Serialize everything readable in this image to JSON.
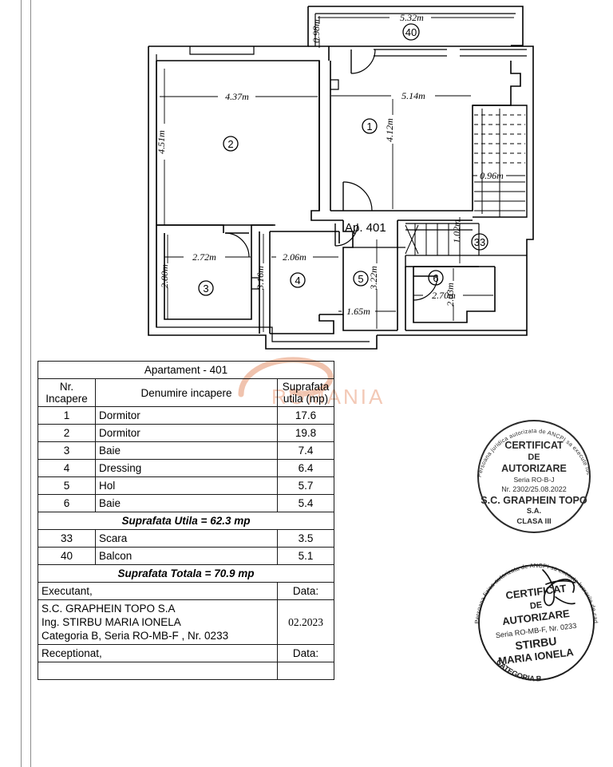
{
  "document": {
    "type": "cadastral-floor-plan",
    "apartment_label_on_plan": "Ap. 401"
  },
  "plan": {
    "rooms": [
      {
        "id": "1",
        "width_m": "5.14m",
        "height_m": "4.12m"
      },
      {
        "id": "2",
        "width_m": "4.37m",
        "height_m": "4.51m"
      },
      {
        "id": "3",
        "width_m": "2.72m",
        "height_m": "2.80m"
      },
      {
        "id": "4",
        "width_m": "2.06m",
        "height_m": "3.16m"
      },
      {
        "id": "5",
        "width_m": "1.65m",
        "height_m": "3.22m"
      },
      {
        "id": "6",
        "width_m": "2.70m",
        "height_m": "2.03m"
      },
      {
        "id": "33",
        "width_m": "0.96m",
        "height_m": "1.02m"
      },
      {
        "id": "40",
        "width_m": "5.32m",
        "height_m": "0.98m"
      }
    ],
    "dimension_labels": {
      "d_5_32": "5.32m",
      "d_0_98": "0.98m",
      "d_4_37": "4.37m",
      "d_4_51": "4.51m",
      "d_5_14": "5.14m",
      "d_4_12": "4.12m",
      "d_0_96": "0.96m",
      "d_1_02": "1.02m",
      "d_2_72": "2.72m",
      "d_2_80": "2.80m",
      "d_2_06": "2.06m",
      "d_3_16": "3.16m",
      "d_1_65": "1.65m",
      "d_3_22": "3.22m",
      "d_2_70": "2.70m",
      "d_2_03": "2.03m"
    },
    "room_markers": {
      "r1": "1",
      "r2": "2",
      "r3": "3",
      "r4": "4",
      "r5": "5",
      "r6": "6",
      "r33": "33",
      "r40": "40"
    }
  },
  "table": {
    "title": "Apartament -  401",
    "headers": {
      "nr": "Nr.",
      "nr_second": "Incapere",
      "name": "Denumire incapere",
      "area": "Suprafata",
      "area_second": "utila (mp)"
    },
    "rows": [
      {
        "nr": "1",
        "name": "Dormitor",
        "area": "17.6"
      },
      {
        "nr": "2",
        "name": "Dormitor",
        "area": "19.8"
      },
      {
        "nr": "3",
        "name": "Baie",
        "area": "7.4"
      },
      {
        "nr": "4",
        "name": "Dressing",
        "area": "6.4"
      },
      {
        "nr": "5",
        "name": "Hol",
        "area": "5.7"
      },
      {
        "nr": "6",
        "name": "Baie",
        "area": "5.4"
      }
    ],
    "subtotal": "Suprafata Utila =  62.3 mp",
    "extra_rows": [
      {
        "nr": "33",
        "name": "Scara",
        "area": "3.5"
      },
      {
        "nr": "40",
        "name": "Balcon",
        "area": "5.1"
      }
    ],
    "total": "Suprafata Totala =  70.9 mp",
    "footer": {
      "executant_label": "Executant,",
      "data_label_1": "Data:",
      "executant_line1": "S.C. GRAPHEIN TOPO S.A",
      "executant_line2": "Ing. STIRBU MARIA IONELA",
      "executant_line3": "Categoria B, Seria RO-MB-F , Nr. 0233",
      "data_value": "02.2023",
      "receptionat_label": "Receptionat,",
      "data_label_2": "Data:"
    }
  },
  "watermark": {
    "text": "ROMANIA",
    "color": "#f3c9b6"
  },
  "stamps": [
    {
      "id": "graphein",
      "outer_text": "Persoana juridica autorizata de ANCPI sa execute lucrari de cadastru, geodezie, cartografie",
      "line1": "CERTIFICAT",
      "line2": "DE",
      "line3": "AUTORIZARE",
      "line4": "Seria RO-B-J",
      "line5": "Nr. 2302/25.08.2022",
      "line6": "S.C. GRAPHEIN TOPO",
      "line7": "S.A.",
      "line8": "CLASA III"
    },
    {
      "id": "stirbu",
      "outer_text": "Persoana fizica autorizata de ANCPI sa execute lucrarile de cadastru, geodezie si cartografie",
      "line1": "CERTIFICAT",
      "line2": "DE",
      "line3": "AUTORIZARE",
      "line4": "Seria RO-MB-F, Nr. 0233",
      "line5": "STIRBU",
      "line6": "MARIA IONELA",
      "line7": "CATEGORIA B"
    }
  ]
}
